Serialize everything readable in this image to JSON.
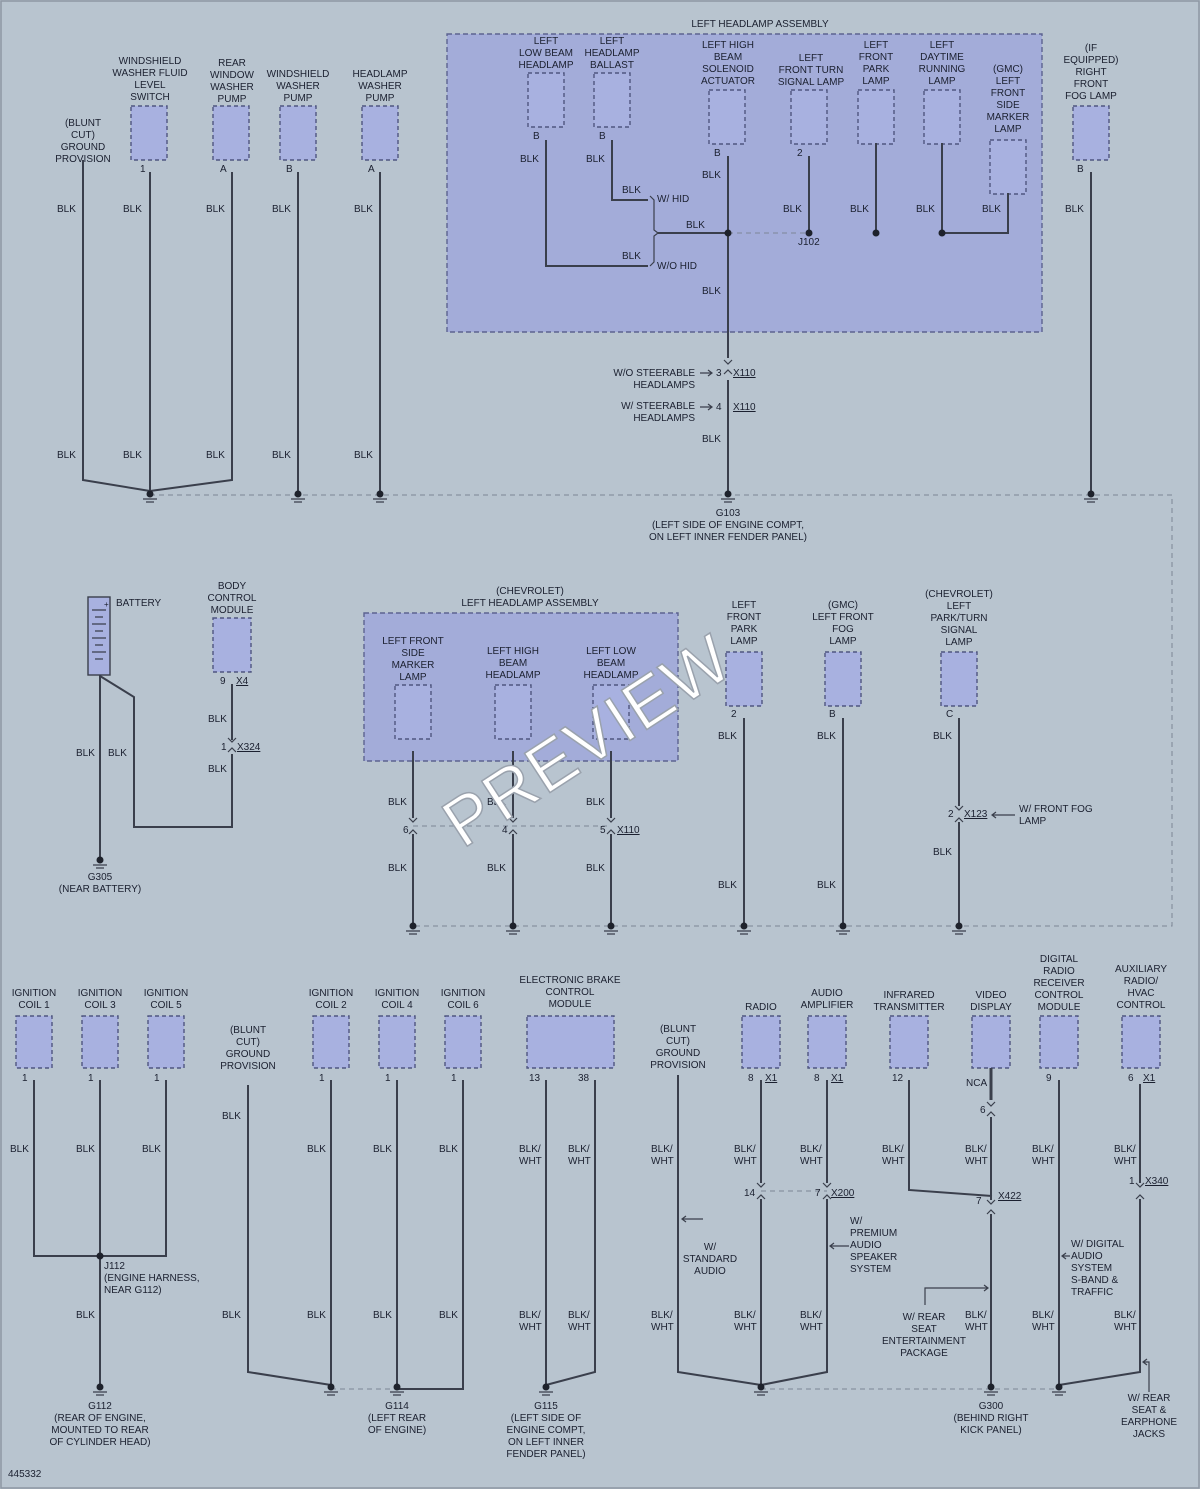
{
  "diagram_id": "445332",
  "watermark": "PREVIEW",
  "colors": {
    "background": "#b8c4cf",
    "component_fill": "#a8b1e0",
    "assembly_fill": "#a3acd9",
    "wire": "#3a3f4c"
  },
  "labels": {
    "left_headlamp_assembly": "LEFT HEADLAMP ASSEMBLY",
    "chev_assembly": [
      "(CHEVROLET)",
      "LEFT HEADLAMP ASSEMBLY"
    ],
    "blk": "BLK",
    "blkwht": [
      "BLK/",
      "WHT"
    ]
  },
  "components": {
    "wwfl": [
      "WINDSHIELD",
      "WASHER FLUID",
      "LEVEL",
      "SWITCH"
    ],
    "blunt1": [
      "(BLUNT",
      "CUT)",
      "GROUND",
      "PROVISION"
    ],
    "rwwp": [
      "REAR",
      "WINDOW",
      "WASHER",
      "PUMP"
    ],
    "wwp": [
      "WINDSHIELD",
      "WASHER",
      "PUMP"
    ],
    "hwp": [
      "HEADLAMP",
      "WASHER",
      "PUMP"
    ],
    "llb": [
      "LEFT",
      "LOW BEAM",
      "HEADLAMP"
    ],
    "lhb": [
      "LEFT",
      "HEADLAMP",
      "BALLAST"
    ],
    "lhbs": [
      "LEFT HIGH",
      "BEAM",
      "SOLENOID",
      "ACTUATOR"
    ],
    "lfts": [
      "LEFT",
      "FRONT TURN",
      "SIGNAL LAMP"
    ],
    "lfp": [
      "LEFT",
      "FRONT",
      "PARK",
      "LAMP"
    ],
    "ldr": [
      "LEFT",
      "DAYTIME",
      "RUNNING",
      "LAMP"
    ],
    "gmcsm": [
      "(GMC)",
      "LEFT",
      "FRONT",
      "SIDE",
      "MARKER",
      "LAMP"
    ],
    "rffl": [
      "(IF",
      "EQUIPPED)",
      "RIGHT",
      "FRONT",
      "FOG LAMP"
    ],
    "battery": [
      "BATTERY"
    ],
    "bcm": [
      "BODY",
      "CONTROL",
      "MODULE"
    ],
    "clfsm": [
      "LEFT FRONT",
      "SIDE",
      "MARKER",
      "LAMP"
    ],
    "clhb": [
      "LEFT HIGH",
      "BEAM",
      "HEADLAMP"
    ],
    "cllb": [
      "LEFT LOW",
      "BEAM",
      "HEADLAMP"
    ],
    "lfp2": [
      "LEFT",
      "FRONT",
      "PARK",
      "LAMP"
    ],
    "gmcfog": [
      "(GMC)",
      "LEFT FRONT",
      "FOG",
      "LAMP"
    ],
    "chevpt": [
      "(CHEVROLET)",
      "LEFT",
      "PARK/TURN",
      "SIGNAL",
      "LAMP"
    ],
    "ic1": [
      "IGNITION",
      "COIL 1"
    ],
    "ic3": [
      "IGNITION",
      "COIL 3"
    ],
    "ic5": [
      "IGNITION",
      "COIL 5"
    ],
    "blunt2": [
      "(BLUNT",
      "CUT)",
      "GROUND",
      "PROVISION"
    ],
    "ic2": [
      "IGNITION",
      "COIL 2"
    ],
    "ic4": [
      "IGNITION",
      "COIL 4"
    ],
    "ic6": [
      "IGNITION",
      "COIL 6"
    ],
    "ebcm": [
      "ELECTRONIC BRAKE",
      "CONTROL",
      "MODULE"
    ],
    "blunt3": [
      "(BLUNT",
      "CUT)",
      "GROUND",
      "PROVISION"
    ],
    "radio": [
      "RADIO"
    ],
    "amp": [
      "AUDIO",
      "AMPLIFIER"
    ],
    "ir": [
      "INFRARED",
      "TRANSMITTER"
    ],
    "video": [
      "VIDEO",
      "DISPLAY"
    ],
    "drr": [
      "DIGITAL",
      "RADIO",
      "RECEIVER",
      "CONTROL",
      "MODULE"
    ],
    "aux": [
      "AUXILIARY",
      "RADIO/",
      "HVAC",
      "CONTROL"
    ]
  },
  "pins": {
    "p1": "1",
    "pA": "A",
    "pB": "B",
    "p2": "2",
    "p3": "3",
    "p4": "4",
    "p5": "5",
    "p6": "6",
    "p7": "7",
    "p8": "8",
    "p9": "9",
    "p12": "12",
    "p13": "13",
    "p14": "14",
    "p38": "38",
    "pC": "C",
    "nca": "NCA"
  },
  "connectors": {
    "x110": "X110",
    "x4": "X4",
    "x324": "X324",
    "x123": "X123",
    "x1": "X1",
    "x200": "X200",
    "x422": "X422",
    "x340": "X340"
  },
  "splices": {
    "j102": "J102",
    "j112": [
      "J112",
      "(ENGINE HARNESS,",
      "NEAR G112)"
    ]
  },
  "notes": {
    "whid": "W/ HID",
    "wohid": "W/O HID",
    "wost": [
      "W/O STEERABLE",
      "HEADLAMPS"
    ],
    "wst": [
      "W/ STEERABLE",
      "HEADLAMPS"
    ],
    "wfog": [
      "W/ FRONT FOG",
      "LAMP"
    ],
    "wsa": [
      "W/",
      "STANDARD",
      "AUDIO"
    ],
    "wpa": [
      "W/",
      "PREMIUM",
      "AUDIO",
      "SPEAKER",
      "SYSTEM"
    ],
    "wrse": [
      "W/ REAR",
      "SEAT",
      "ENTERTAINMENT",
      "PACKAGE"
    ],
    "wdas": [
      "W/ DIGITAL",
      "AUDIO",
      "SYSTEM",
      "S-BAND &",
      "TRAFFIC"
    ],
    "wrsej": [
      "W/ REAR",
      "SEAT &",
      "EARPHONE",
      "JACKS"
    ]
  },
  "grounds": {
    "g103": [
      "G103",
      "(LEFT SIDE OF ENGINE COMPT,",
      "ON LEFT INNER FENDER PANEL)"
    ],
    "g305": [
      "G305",
      "(NEAR BATTERY)"
    ],
    "g112": [
      "G112",
      "(REAR OF ENGINE,",
      "MOUNTED TO REAR",
      "OF CYLINDER HEAD)"
    ],
    "g114": [
      "G114",
      "(LEFT REAR",
      "OF ENGINE)"
    ],
    "g115": [
      "G115",
      "(LEFT SIDE OF",
      "ENGINE COMPT,",
      "ON LEFT INNER",
      "FENDER PANEL)"
    ],
    "g300": [
      "G300",
      "(BEHIND RIGHT",
      "KICK PANEL)"
    ]
  }
}
